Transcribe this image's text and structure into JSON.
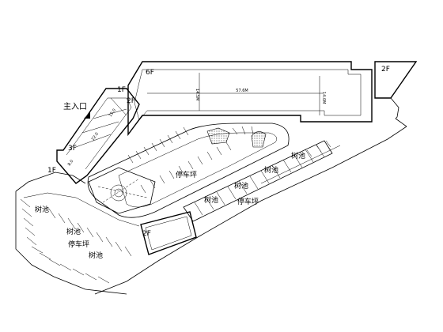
{
  "floors": {
    "f6": "6F",
    "f2_top": "2F",
    "f1_upper": "1F",
    "f2_left": "2F",
    "f3": "3F",
    "f1_lower": "1F",
    "f2_mid": "2F"
  },
  "entrance": "主入口",
  "parking": {
    "p1": "停车坪",
    "p2": "停车坪",
    "p3": "停车坪"
  },
  "trees": {
    "t1": "树池",
    "t2": "树池",
    "t3": "树池",
    "t4": "树池",
    "t5": "树池",
    "t6": "树池",
    "t7": "树池"
  },
  "dimensions": {
    "len_main": "57.6M",
    "w_left": "14.5M",
    "w_right": "14.0M",
    "d_3f_a": "15.0",
    "d_3f_b": "22.0",
    "d_3f_c": "8.0"
  }
}
